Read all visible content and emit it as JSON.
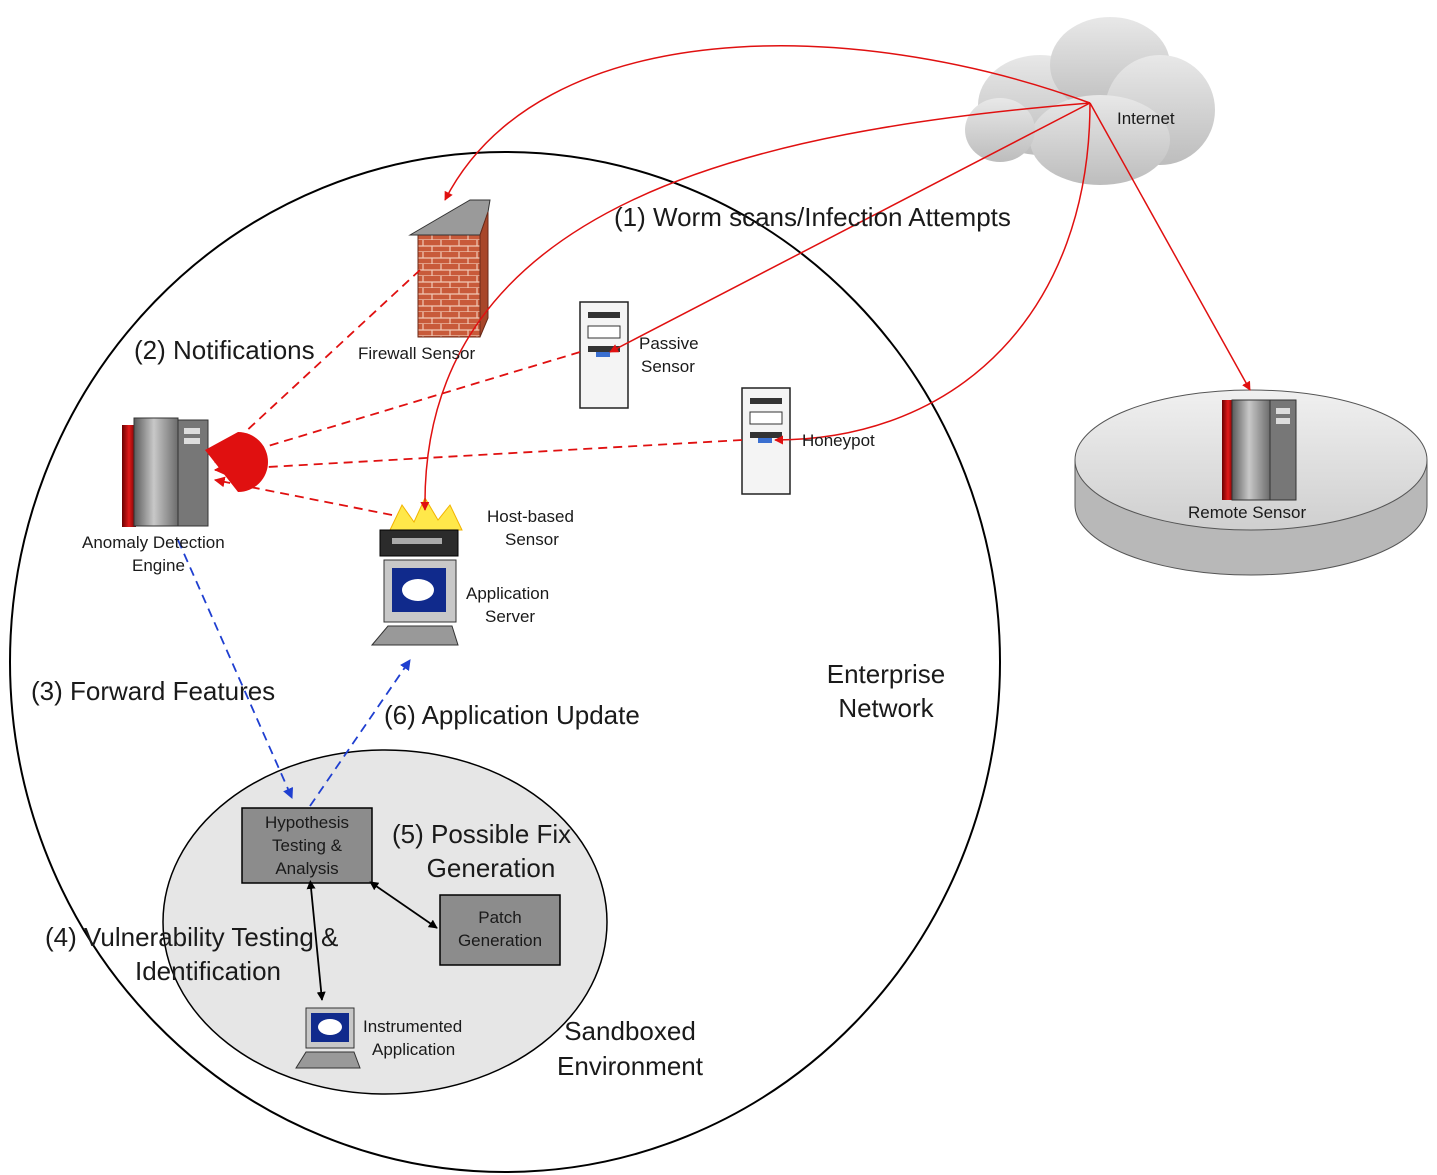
{
  "nodes": {
    "internet": {
      "label": "Internet"
    },
    "firewall": {
      "label": "Firewall Sensor"
    },
    "passive": {
      "label_line1": "Passive",
      "label_line2": "Sensor"
    },
    "honeypot": {
      "label": "Honeypot"
    },
    "remote": {
      "label": "Remote Sensor"
    },
    "anomaly": {
      "label_line1": "Anomaly Detection",
      "label_line2": "Engine"
    },
    "hostbased": {
      "label_line1": "Host-based",
      "label_line2": "Sensor"
    },
    "appserver": {
      "label_line1": "Application",
      "label_line2": "Server"
    },
    "hypothesis": {
      "label_line1": "Hypothesis",
      "label_line2": "Testing &",
      "label_line3": "Analysis"
    },
    "patch": {
      "label_line1": "Patch",
      "label_line2": "Generation"
    },
    "instrumented": {
      "label_line1": "Instrumented",
      "label_line2": "Application"
    }
  },
  "regions": {
    "enterprise": {
      "label_line1": "Enterprise",
      "label_line2": "Network"
    },
    "sandbox": {
      "label_line1": "Sandboxed",
      "label_line2": "Environment"
    }
  },
  "steps": {
    "s1": "(1) Worm scans/Infection Attempts",
    "s2": "(2) Notifications",
    "s3": "(3) Forward Features",
    "s4_line1": "(4) Vulnerability Testing &",
    "s4_line2": "Identification",
    "s5_line1": "(5) Possible Fix",
    "s5_line2": "Generation",
    "s6": "(6) Application Update"
  },
  "colors": {
    "attack": "#e01010",
    "notify": "#e01010",
    "forward": "#1f3fd0",
    "sandbox_fill": "#e6e6e6",
    "box_fill": "#8c8c8c"
  }
}
